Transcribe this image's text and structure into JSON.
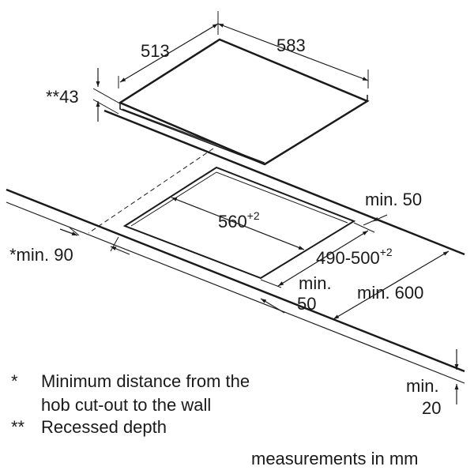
{
  "dimensions": {
    "hob_depth": "513",
    "hob_width": "583",
    "recessed_depth": "**43",
    "cutout_width": "560",
    "cutout_width_tol": "+2",
    "cutout_depth": "490-500",
    "cutout_depth_tol": "+2",
    "min_rear": "min. 50",
    "min_wall": "*min. 90",
    "min_front_a": "min.",
    "min_front_b": "50",
    "min_worktop": "min. 600",
    "min_bottom_a": "min.",
    "min_bottom_b": "20"
  },
  "legend": {
    "item1_mark": "*",
    "item1_line1": "Minimum distance from the",
    "item1_line2": "hob cut-out to the wall",
    "item2_mark": "**",
    "item2_text": "Recessed depth"
  },
  "footer": "measurements in mm"
}
